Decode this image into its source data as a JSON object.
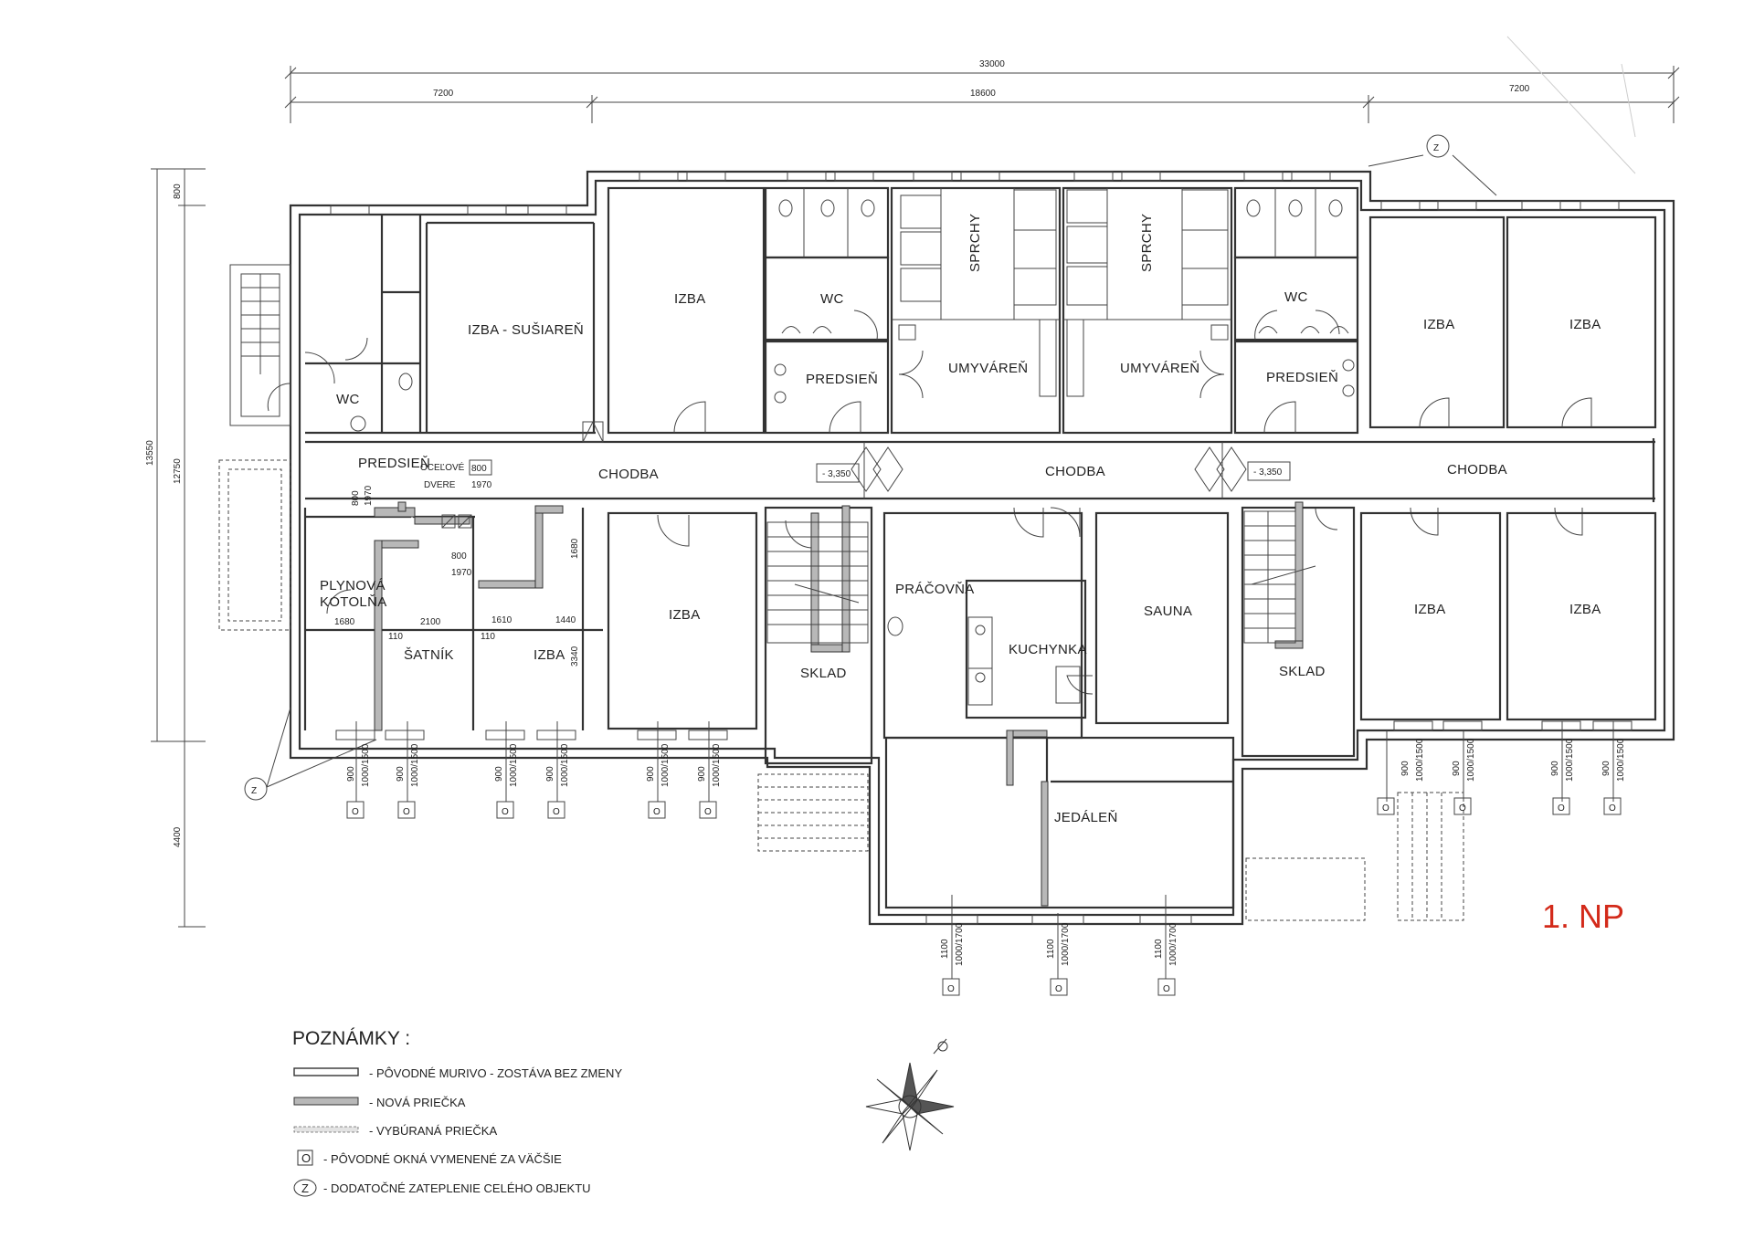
{
  "dimensions": {
    "top_total": "33000",
    "top_left": "7200",
    "top_mid": "18600",
    "top_right": "7200",
    "left_total": "13550",
    "left_inner": "12750",
    "left_top": "800",
    "left_bottom": "4400"
  },
  "rooms": {
    "izba_susiaren": "IZBA - SUŠIAREŇ",
    "wc_left": "WC",
    "izba_top_1": "IZBA",
    "wc_mid_left": "WC",
    "predsien_mid_left": "PREDSIEŇ",
    "sprchy_left": "SPRCHY",
    "umyvaren_left": "UMYVÁREŇ",
    "sprchy_right": "SPRCHY",
    "umyvaren_right": "UMYVÁREŇ",
    "wc_mid_right": "WC",
    "predsien_mid_right": "PREDSIEŇ",
    "izba_top_r1": "IZBA",
    "izba_top_r2": "IZBA",
    "predsien_left": "PREDSIEŇ",
    "ocelove": "OCEĽOVÉ",
    "dvere": "DVERE",
    "chodba_1": "CHODBA",
    "chodba_2": "CHODBA",
    "chodba_3": "CHODBA",
    "level_1": "- 3,350",
    "level_2": "- 3,350",
    "plynova": "PLYNOVÁ",
    "kotolna": "KOTOLŇA",
    "satnik": "ŠATNÍK",
    "izba_small": "IZBA",
    "izba_bottom_1": "IZBA",
    "sklad_left": "SKLAD",
    "pracovna": "PRÁČOVŇA",
    "kuchynka": "KUCHYNKA",
    "sauna": "SAUNA",
    "sklad_right": "SKLAD",
    "izba_bottom_r1": "IZBA",
    "izba_bottom_r2": "IZBA",
    "jedalen": "JEDÁLEŇ"
  },
  "inner_dims": {
    "d800a": "800",
    "d1970a": "1970",
    "d800b": "800",
    "d1970b": "1970",
    "d800c": "800",
    "d1970c": "1970",
    "d1680": "1680",
    "d2100": "2100",
    "d1610": "1610",
    "d1440": "1440",
    "d3340": "3340",
    "d1680v": "1680",
    "d110a": "110",
    "d110b": "110"
  },
  "windows_bottom": [
    {
      "w": "900",
      "h": "1000/1500",
      "mark": "O"
    },
    {
      "w": "900",
      "h": "1000/1500",
      "mark": "O"
    },
    {
      "w": "900",
      "h": "1000/1500",
      "mark": "O"
    },
    {
      "w": "900",
      "h": "1000/1500",
      "mark": "O"
    },
    {
      "w": "900",
      "h": "1000/1500",
      "mark": "O"
    },
    {
      "w": "900",
      "h": "1000/1500",
      "mark": "O"
    },
    {
      "w": "900",
      "h": "1000/1500",
      "mark": "O"
    },
    {
      "w": "900",
      "h": "1000/1500",
      "mark": "O"
    },
    {
      "w": "900",
      "h": "1000/1500",
      "mark": "O"
    },
    {
      "w": "900",
      "h": "1000/1500",
      "mark": "O"
    }
  ],
  "windows_dining": [
    {
      "w": "1100",
      "h": "1000/1700",
      "mark": "O"
    },
    {
      "w": "1100",
      "h": "1000/1700",
      "mark": "O"
    },
    {
      "w": "1100",
      "h": "1000/1700",
      "mark": "O"
    }
  ],
  "insulation_mark": "Z",
  "notes": {
    "title": "POZNÁMKY :",
    "items": [
      "- PÔVODNÉ MURIVO - ZOSTÁVA BEZ ZMENY",
      "- NOVÁ PRIEČKA",
      "- VYBÚRANÁ PRIEČKA",
      "- PÔVODNÉ OKNÁ VYMENENÉ ZA VÄČŠIE",
      "- DODATOČNÉ ZATEPLENIE CELÉHO OBJEKTU"
    ],
    "mark_window": "O",
    "mark_insulation": "Z"
  },
  "floor_label": "1. NP",
  "colors": {
    "floor_label": "#d32a1a",
    "wall": "#333333",
    "new_wall": "#b8b8b8"
  }
}
